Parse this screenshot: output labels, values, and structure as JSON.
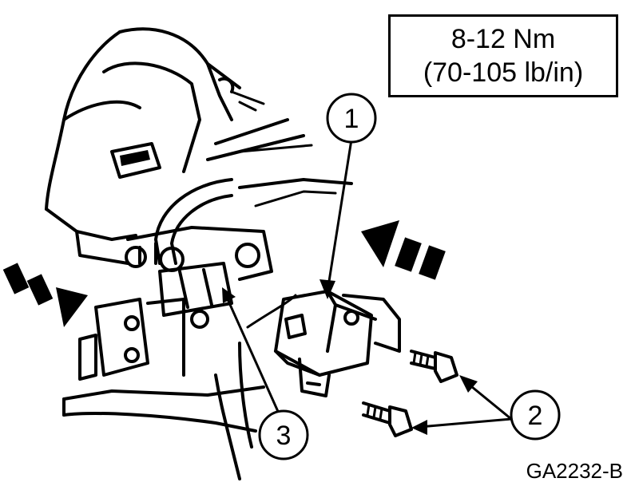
{
  "torque_spec": {
    "metric": "8-12 Nm",
    "imperial": "(70-105 lb/in)"
  },
  "callouts": [
    {
      "number": "1"
    },
    {
      "number": "2"
    },
    {
      "number": "3"
    }
  ],
  "figure_code": "GA2232-B"
}
